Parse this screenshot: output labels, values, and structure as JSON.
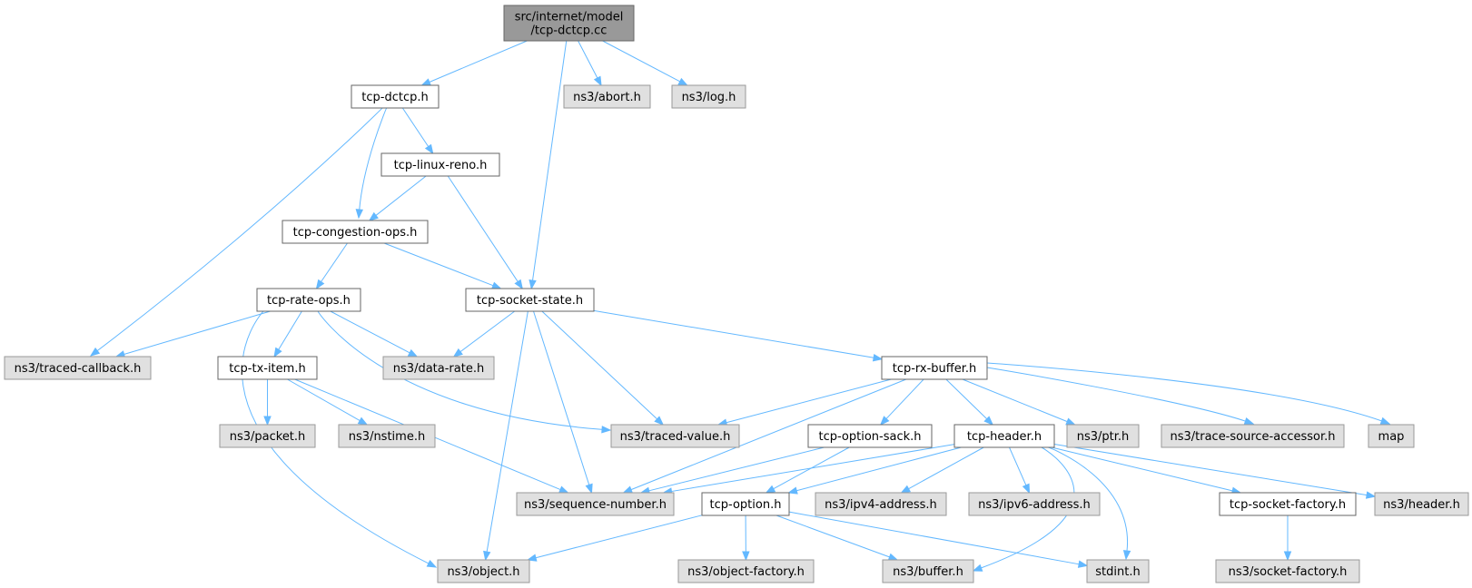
{
  "colors": {
    "root_fill": "#999999",
    "root_stroke": "#666666",
    "project_fill": "#ffffff",
    "project_stroke": "#666666",
    "external_fill": "#e0e0e0",
    "external_stroke": "#999999",
    "edge": "#63b8ff"
  },
  "nodes": [
    {
      "id": "root",
      "lines": [
        "src/internet/model",
        "/tcp-dctcp.cc"
      ],
      "kind": "root"
    },
    {
      "id": "tcp_dctcp_h",
      "lines": [
        "tcp-dctcp.h"
      ],
      "kind": "project"
    },
    {
      "id": "ns3_abort_h",
      "lines": [
        "ns3/abort.h"
      ],
      "kind": "external"
    },
    {
      "id": "ns3_log_h",
      "lines": [
        "ns3/log.h"
      ],
      "kind": "external"
    },
    {
      "id": "tcp_linux_reno_h",
      "lines": [
        "tcp-linux-reno.h"
      ],
      "kind": "project"
    },
    {
      "id": "tcp_congestion_ops_h",
      "lines": [
        "tcp-congestion-ops.h"
      ],
      "kind": "project"
    },
    {
      "id": "tcp_rate_ops_h",
      "lines": [
        "tcp-rate-ops.h"
      ],
      "kind": "project"
    },
    {
      "id": "tcp_socket_state_h",
      "lines": [
        "tcp-socket-state.h"
      ],
      "kind": "project"
    },
    {
      "id": "ns3_traced_callback_h",
      "lines": [
        "ns3/traced-callback.h"
      ],
      "kind": "external"
    },
    {
      "id": "tcp_tx_item_h",
      "lines": [
        "tcp-tx-item.h"
      ],
      "kind": "project"
    },
    {
      "id": "ns3_data_rate_h",
      "lines": [
        "ns3/data-rate.h"
      ],
      "kind": "external"
    },
    {
      "id": "tcp_rx_buffer_h",
      "lines": [
        "tcp-rx-buffer.h"
      ],
      "kind": "project"
    },
    {
      "id": "ns3_packet_h",
      "lines": [
        "ns3/packet.h"
      ],
      "kind": "external"
    },
    {
      "id": "ns3_nstime_h",
      "lines": [
        "ns3/nstime.h"
      ],
      "kind": "external"
    },
    {
      "id": "ns3_traced_value_h",
      "lines": [
        "ns3/traced-value.h"
      ],
      "kind": "external"
    },
    {
      "id": "tcp_option_sack_h",
      "lines": [
        "tcp-option-sack.h"
      ],
      "kind": "project"
    },
    {
      "id": "tcp_header_h",
      "lines": [
        "tcp-header.h"
      ],
      "kind": "project"
    },
    {
      "id": "ns3_ptr_h",
      "lines": [
        "ns3/ptr.h"
      ],
      "kind": "external"
    },
    {
      "id": "ns3_trace_source_accessor_h",
      "lines": [
        "ns3/trace-source-accessor.h"
      ],
      "kind": "external"
    },
    {
      "id": "map",
      "lines": [
        "map"
      ],
      "kind": "external"
    },
    {
      "id": "ns3_sequence_number_h",
      "lines": [
        "ns3/sequence-number.h"
      ],
      "kind": "external"
    },
    {
      "id": "tcp_option_h",
      "lines": [
        "tcp-option.h"
      ],
      "kind": "project"
    },
    {
      "id": "ns3_ipv4_address_h",
      "lines": [
        "ns3/ipv4-address.h"
      ],
      "kind": "external"
    },
    {
      "id": "ns3_ipv6_address_h",
      "lines": [
        "ns3/ipv6-address.h"
      ],
      "kind": "external"
    },
    {
      "id": "tcp_socket_factory_h",
      "lines": [
        "tcp-socket-factory.h"
      ],
      "kind": "project"
    },
    {
      "id": "ns3_header_h",
      "lines": [
        "ns3/header.h"
      ],
      "kind": "external"
    },
    {
      "id": "ns3_object_h",
      "lines": [
        "ns3/object.h"
      ],
      "kind": "external"
    },
    {
      "id": "ns3_object_factory_h",
      "lines": [
        "ns3/object-factory.h"
      ],
      "kind": "external"
    },
    {
      "id": "ns3_buffer_h",
      "lines": [
        "ns3/buffer.h"
      ],
      "kind": "external"
    },
    {
      "id": "stdint_h",
      "lines": [
        "stdint.h"
      ],
      "kind": "external"
    },
    {
      "id": "ns3_socket_factory_h",
      "lines": [
        "ns3/socket-factory.h"
      ],
      "kind": "external"
    }
  ],
  "edges": [
    {
      "from": "root",
      "to": "tcp_dctcp_h"
    },
    {
      "from": "root",
      "to": "tcp_socket_state_h"
    },
    {
      "from": "root",
      "to": "ns3_abort_h"
    },
    {
      "from": "root",
      "to": "ns3_log_h"
    },
    {
      "from": "tcp_dctcp_h",
      "to": "tcp_linux_reno_h"
    },
    {
      "from": "tcp_dctcp_h",
      "to": "tcp_congestion_ops_h"
    },
    {
      "from": "tcp_dctcp_h",
      "to": "ns3_traced_callback_h"
    },
    {
      "from": "tcp_linux_reno_h",
      "to": "tcp_congestion_ops_h"
    },
    {
      "from": "tcp_linux_reno_h",
      "to": "tcp_socket_state_h"
    },
    {
      "from": "tcp_congestion_ops_h",
      "to": "tcp_rate_ops_h"
    },
    {
      "from": "tcp_congestion_ops_h",
      "to": "tcp_socket_state_h"
    },
    {
      "from": "tcp_rate_ops_h",
      "to": "ns3_traced_callback_h"
    },
    {
      "from": "tcp_rate_ops_h",
      "to": "tcp_tx_item_h"
    },
    {
      "from": "tcp_rate_ops_h",
      "to": "ns3_data_rate_h"
    },
    {
      "from": "tcp_rate_ops_h",
      "to": "ns3_traced_value_h"
    },
    {
      "from": "tcp_rate_ops_h",
      "to": "ns3_object_h"
    },
    {
      "from": "tcp_socket_state_h",
      "to": "ns3_data_rate_h"
    },
    {
      "from": "tcp_socket_state_h",
      "to": "tcp_rx_buffer_h"
    },
    {
      "from": "tcp_socket_state_h",
      "to": "ns3_traced_value_h"
    },
    {
      "from": "tcp_socket_state_h",
      "to": "ns3_sequence_number_h"
    },
    {
      "from": "tcp_socket_state_h",
      "to": "ns3_object_h"
    },
    {
      "from": "tcp_tx_item_h",
      "to": "ns3_packet_h"
    },
    {
      "from": "tcp_tx_item_h",
      "to": "ns3_nstime_h"
    },
    {
      "from": "tcp_tx_item_h",
      "to": "ns3_sequence_number_h"
    },
    {
      "from": "tcp_rx_buffer_h",
      "to": "ns3_traced_value_h"
    },
    {
      "from": "tcp_rx_buffer_h",
      "to": "ns3_sequence_number_h"
    },
    {
      "from": "tcp_rx_buffer_h",
      "to": "tcp_option_sack_h"
    },
    {
      "from": "tcp_rx_buffer_h",
      "to": "tcp_header_h"
    },
    {
      "from": "tcp_rx_buffer_h",
      "to": "ns3_ptr_h"
    },
    {
      "from": "tcp_rx_buffer_h",
      "to": "ns3_trace_source_accessor_h"
    },
    {
      "from": "tcp_rx_buffer_h",
      "to": "map"
    },
    {
      "from": "tcp_option_sack_h",
      "to": "ns3_sequence_number_h"
    },
    {
      "from": "tcp_option_sack_h",
      "to": "tcp_option_h"
    },
    {
      "from": "tcp_header_h",
      "to": "ns3_sequence_number_h"
    },
    {
      "from": "tcp_header_h",
      "to": "tcp_option_h"
    },
    {
      "from": "tcp_header_h",
      "to": "ns3_ipv4_address_h"
    },
    {
      "from": "tcp_header_h",
      "to": "ns3_ipv6_address_h"
    },
    {
      "from": "tcp_header_h",
      "to": "tcp_socket_factory_h"
    },
    {
      "from": "tcp_header_h",
      "to": "ns3_header_h"
    },
    {
      "from": "tcp_header_h",
      "to": "ns3_buffer_h"
    },
    {
      "from": "tcp_header_h",
      "to": "stdint_h"
    },
    {
      "from": "tcp_option_h",
      "to": "ns3_object_h"
    },
    {
      "from": "tcp_option_h",
      "to": "ns3_object_factory_h"
    },
    {
      "from": "tcp_option_h",
      "to": "ns3_buffer_h"
    },
    {
      "from": "tcp_option_h",
      "to": "stdint_h"
    },
    {
      "from": "tcp_socket_factory_h",
      "to": "ns3_socket_factory_h"
    }
  ]
}
